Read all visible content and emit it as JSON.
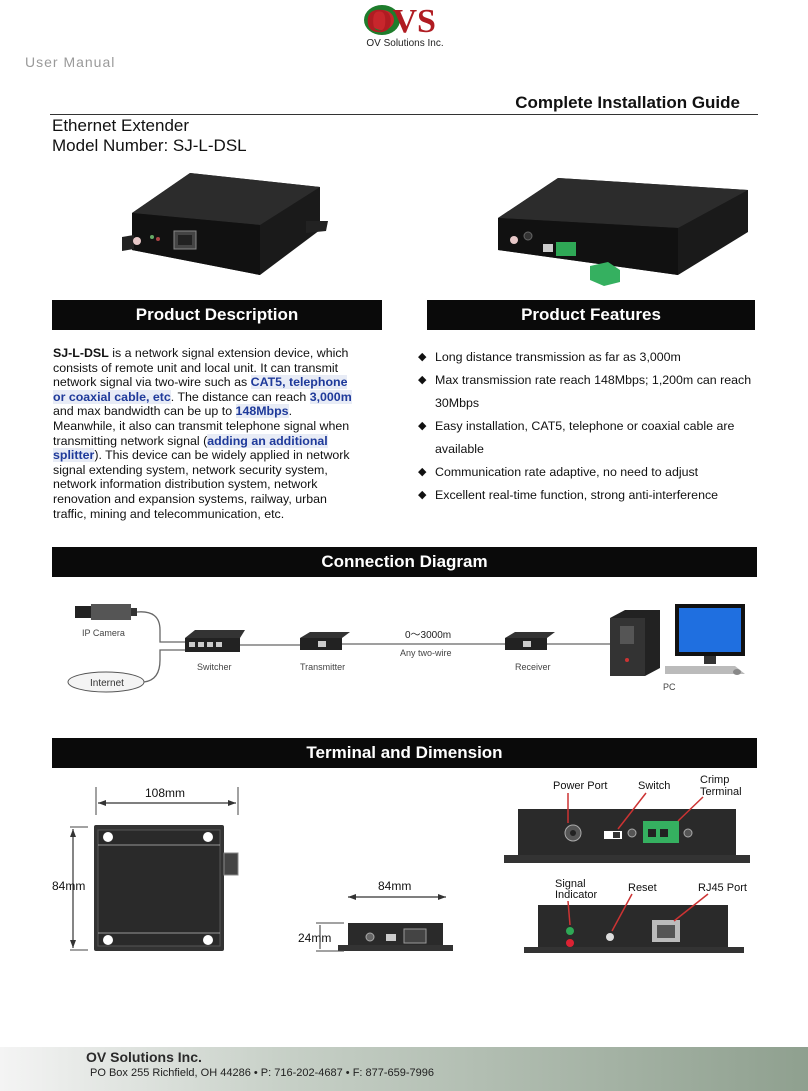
{
  "header": {
    "logo_text": "OVS",
    "logo_sub": "OV Solutions Inc.",
    "user_manual": "User Manual",
    "guide_title": "Complete Installation Guide",
    "product_name": "Ethernet Extender",
    "model_number": "Model Number: SJ-L-DSL"
  },
  "sections": {
    "description": "Product Description",
    "features": "Product Features",
    "connection": "Connection Diagram",
    "terminal": "Terminal and Dimension"
  },
  "description": {
    "p1": "SJ-L-DSL",
    "p2": " is a network signal extension device, which consists of remote unit and local unit. It can transmit network signal via two-wire such as ",
    "h1": "CAT5, telephone or coaxial cable, etc",
    "p3": ". The distance can reach ",
    "h2": "3,000m",
    "p4": " and max bandwidth can be up to ",
    "h3": "148Mbps",
    "p5": ". Meanwhile, it also can transmit telephone signal when transmitting network signal (",
    "h4": "adding an additional splitter",
    "p6": "). This device can be widely applied in network signal extending system, network security system, network information distribution system, network renovation and expansion systems, railway, urban traffic, mining and telecommunication, etc."
  },
  "features": [
    "Long distance transmission as far as 3,000m",
    "Max transmission rate reach 148Mbps; 1,200m can reach 30Mbps",
    "Easy installation, CAT5, telephone or coaxial cable are available",
    "Communication rate adaptive, no need to adjust",
    "Excellent real-time function, strong anti-interference"
  ],
  "diagram": {
    "ip_camera": "IP Camera",
    "internet": "Internet",
    "switcher": "Switcher",
    "transmitter": "Transmitter",
    "distance": "0～3000m",
    "two_wire": "Any two-wire",
    "receiver": "Receiver",
    "pc": "PC"
  },
  "dimension": {
    "w108": "108mm",
    "h84": "84mm",
    "w84": "84mm",
    "h24": "24mm",
    "power_port": "Power Port",
    "switch": "Switch",
    "crimp": "Crimp",
    "terminal": "Terminal",
    "signal": "Signal",
    "indicator": "Indicator",
    "reset": "Reset",
    "rj45": "RJ45 Port"
  },
  "footer": {
    "company": "OV Solutions Inc.",
    "address": "PO Box 255 Richfield, OH 44286  •  P: 716-202-4687 • F: 877-659-7996"
  }
}
